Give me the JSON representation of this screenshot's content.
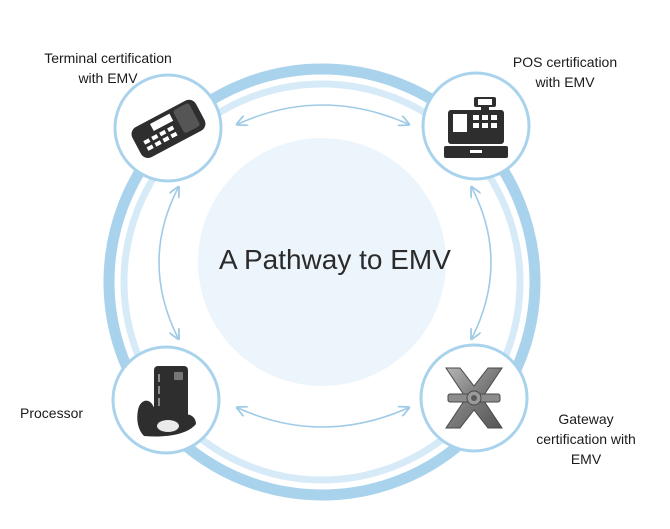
{
  "title": "A Pathway to EMV",
  "nodes": {
    "terminal": {
      "line1": "Terminal certification",
      "line2": "with EMV",
      "icon": "card-terminal-icon"
    },
    "pos": {
      "line1": "POS certification",
      "line2": "with EMV",
      "icon": "cash-register-icon"
    },
    "processor": {
      "line1": "Processor",
      "icon": "card-in-hand-icon"
    },
    "gateway": {
      "line1": "Gateway",
      "line2": "certification with",
      "line3": "EMV",
      "icon": "gateway-cross-icon"
    }
  },
  "colors": {
    "ring_outer": "#a9d3ec",
    "ring_inner": "#d6ebf7",
    "center_fill": "#edf5fc",
    "arrow": "#9fcbe6",
    "node_border": "#a9d3ec",
    "icon_dark": "#2e2e2e"
  }
}
